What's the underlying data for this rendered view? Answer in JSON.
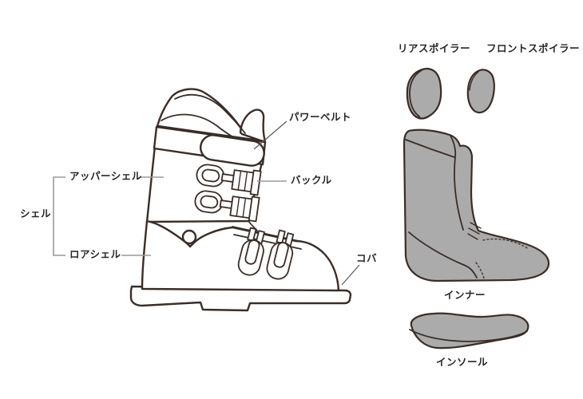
{
  "background": "#ffffff",
  "colors": {
    "outline": "#3a2d28",
    "gray_fill": "#ababab",
    "leader_gray": "#9a9a9a",
    "leader_dark": "#5f5650",
    "text": "#2b2624"
  },
  "boot_diagram": {
    "labels": {
      "shell": "シェル",
      "upper_shell": "アッパーシェル",
      "lower_shell": "ロアシェル",
      "power_belt": "パワーベルト",
      "buckle": "バックル",
      "edge": "コバ",
      "rear_spoiler": "リアスポイラー",
      "front_spoiler": "フロントスポイラー",
      "inner_liner": "インナー",
      "insole": "インソール"
    }
  }
}
